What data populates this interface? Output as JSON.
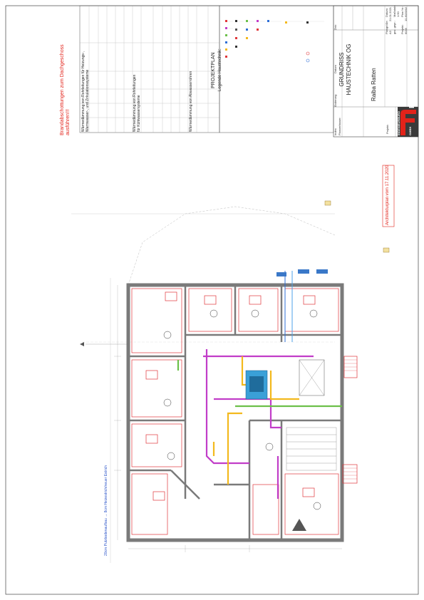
{
  "notes": {
    "fire_note_line1": "Brandabschottungen zum Dachgeschoss",
    "fire_note_line2": "ausführen!!!",
    "architecture_note": "Architekturplan vom 17.11.2020",
    "wall_note": "20cm Putzbodenaufbau → 8cm Heizestrich/neuer Estrich"
  },
  "tables": {
    "heating_title_line1": "Wärmedämmung von Rohrleitungen für Heizungs-,",
    "heating_title_line2": "Warmwasser-, und Zirkulationssysteme",
    "cooling_title_line1": "Wärmedämmung von Rohrleitungen",
    "cooling_title_line2": "für Kühlwassersysteme",
    "waste_title": "Wärmedämmung von Abwasserrohren"
  },
  "legend": {
    "heading": "PROJEKTPLAN",
    "subheading": "Legende Haustechnik:"
  },
  "title_block": {
    "drawing_line1": "GRUNDRISS",
    "drawing_line2": "HAUSTECHNIK OG",
    "project_name": "Raiba Ratten",
    "project_label": "Projekt:",
    "change_label": "Änderung",
    "date_label": "Datum",
    "index_label": "Index",
    "rev_index": "Zeic",
    "planner_label": "Planverfasser:",
    "logo_sub": "INGENIEURBÜRO",
    "logo_main": "FANDL",
    "logo_side": "GMBH",
    "meta": [
      {
        "label": "Plangröße:",
        "value": "Datum:"
      },
      {
        "label": "A3",
        "value": "21.01.2021"
      },
      {
        "label": "gez. gepr.:",
        "value": "Maßstab:"
      },
      {
        "label": "",
        "value": "1:50"
      },
      {
        "label": "Projekt:",
        "value": "Plan Nr.:"
      },
      {
        "label": "6035",
        "value": "10-6035/02"
      }
    ]
  },
  "colors": {
    "wall_red": "#e0373a",
    "heating_magenta": "#c13dc8",
    "water_yellow": "#f3b91d",
    "cold_green": "#6cc04a",
    "drain_blue": "#2f6fd6",
    "dark_wall": "#7a7a7a"
  }
}
